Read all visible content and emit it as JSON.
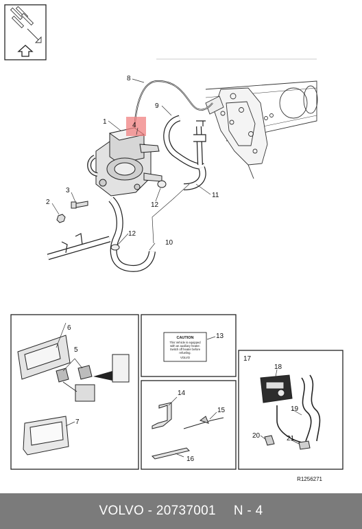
{
  "callouts": {
    "c1": "1",
    "c2": "2",
    "c3": "3",
    "c4": "4",
    "c5": "5",
    "c6": "6",
    "c7": "7",
    "c8": "8",
    "c9": "9",
    "c10": "10",
    "c11": "11",
    "c12a": "12",
    "c12b": "12",
    "c13": "13",
    "c14": "14",
    "c15": "15",
    "c16": "16",
    "c17": "17",
    "c18": "18",
    "c19": "19",
    "c20": "20",
    "c21": "21"
  },
  "caution_label": {
    "title": "CAUTION",
    "line1": "This Vehicle is equipped",
    "line2": "with an auxiliary heater.",
    "line3": "Switch off heater before",
    "line4": "refueling.",
    "brand": "VOLVO"
  },
  "ref_code": "R1256271",
  "footer": {
    "brand": "VOLVO",
    "separator": "-",
    "part_number": "20737001",
    "position": "N - 4"
  },
  "colors": {
    "highlight": "#f08080",
    "footer_bg": "#7b7b7b"
  },
  "icons": {
    "orientation": "orientation-arrows-icon",
    "up_arrow": "up-arrow-icon"
  }
}
